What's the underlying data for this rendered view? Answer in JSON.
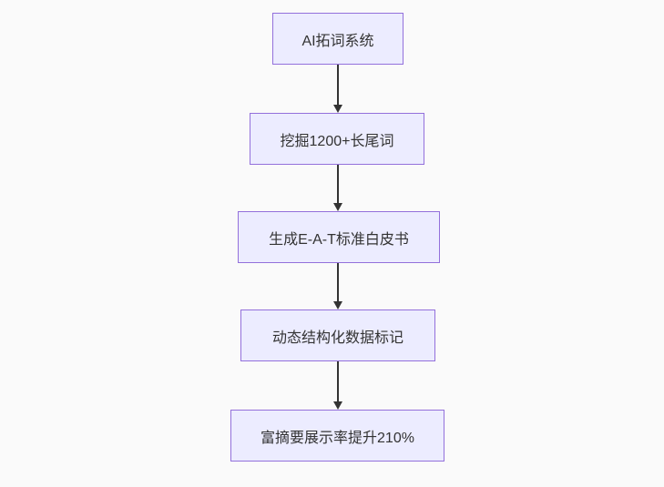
{
  "flowchart": {
    "type": "flowchart",
    "direction": "top-down",
    "colors": {
      "node_fill": "#ECECFF",
      "node_border": "#9370DB",
      "arrow": "#333333",
      "text": "#333333",
      "background": "#fafafa"
    },
    "nodes": [
      {
        "id": "n1",
        "label": "AI拓词系统"
      },
      {
        "id": "n2",
        "label": "挖掘1200+长尾词"
      },
      {
        "id": "n3",
        "label": "生成E-A-T标准白皮书"
      },
      {
        "id": "n4",
        "label": "动态结构化数据标记"
      },
      {
        "id": "n5",
        "label": "富摘要展示率提升210%"
      }
    ],
    "edges": [
      {
        "from": "n1",
        "to": "n2"
      },
      {
        "from": "n2",
        "to": "n3"
      },
      {
        "from": "n3",
        "to": "n4"
      },
      {
        "from": "n4",
        "to": "n5"
      }
    ]
  }
}
